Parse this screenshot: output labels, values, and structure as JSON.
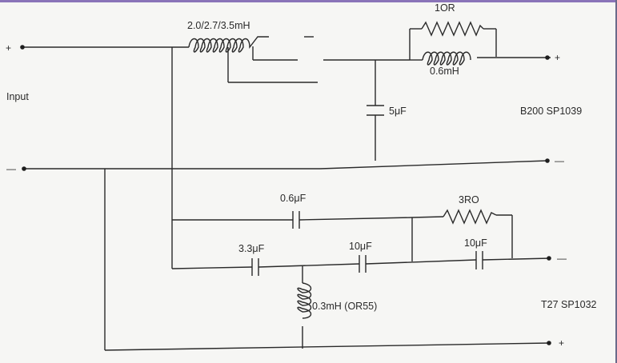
{
  "input": {
    "label": "Input",
    "plus": "+",
    "minus": "—"
  },
  "components": {
    "tapped_inductor": "2.0/2.7/3.5mH",
    "r_top": "1OR",
    "l_bass": "0.6mH",
    "c_5u": "5μF",
    "c_06": "0.6μF",
    "r_3ro": "3RO",
    "c_33": "3.3μF",
    "c_10a": "10μF",
    "c_10b": "10μF",
    "l_03": "0.3mH (OR55)"
  },
  "drivers": {
    "bass": {
      "name": "B200 SP1039",
      "plus": "+",
      "minus": "—"
    },
    "tweeter": {
      "name": "T27 SP1032",
      "plus": "+",
      "minus": "—"
    }
  }
}
